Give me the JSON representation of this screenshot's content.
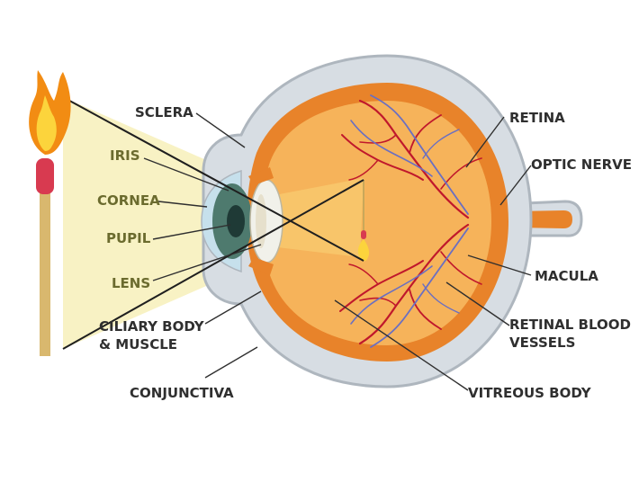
{
  "colors": {
    "sclera": "#d7dde3",
    "sclera_stroke": "#aeb6be",
    "choroid": "#e8832a",
    "vitreous": "#f6b35a",
    "light_cone": "#f8f2c4",
    "vessel_red": "#c0182c",
    "vessel_blue": "#6a6fc2",
    "iris": "#4e7a6e",
    "cornea": "#c6e0ec",
    "lens": "#f1f1ea",
    "match_stick": "#d9b86e",
    "match_head": "#d83a50",
    "flame_outer": "#f28c13",
    "flame_inner": "#fcd43c",
    "text_dark": "#2f2f2f",
    "text_olive": "#6b6b2e"
  },
  "labels": {
    "sclera": "SCLERA",
    "iris": "IRIS",
    "cornea": "CORNEA",
    "pupil": "PUPIL",
    "lens": "LENS",
    "ciliary_line1": "CILIARY BODY",
    "ciliary_line2": "& MUSCLE",
    "conjunctiva": "CONJUNCTIVA",
    "retina": "RETINA",
    "optic_nerve": "OPTIC NERVE",
    "macula": "MACULA",
    "retinal_line1": "RETINAL BLOOD",
    "retinal_line2": "VESSELS",
    "vitreous": "VITREOUS BODY"
  }
}
